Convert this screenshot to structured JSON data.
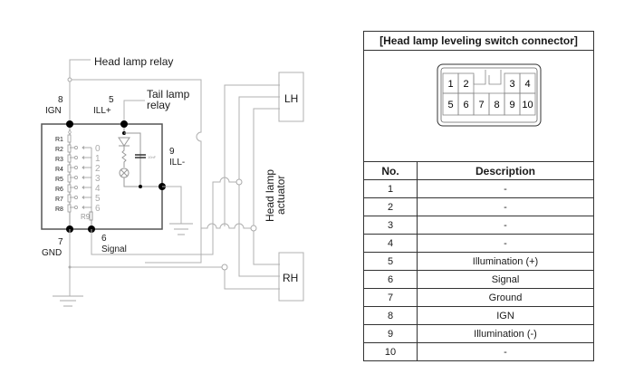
{
  "diagram": {
    "labels": {
      "head_lamp_relay": "Head lamp relay",
      "tail_lamp_relay_line1": "Tail lamp",
      "tail_lamp_relay_line2": "relay",
      "pin8_num": "8",
      "pin8_name": "IGN",
      "pin5_num": "5",
      "pin5_name": "ILL+",
      "pin9_num": "9",
      "pin9_name": "ILL-",
      "pin7_num": "7",
      "pin7_name": "GND",
      "pin6_num": "6",
      "pin6_name": "Signal",
      "actuator_line1": "Head lamp",
      "actuator_line2": "actuator",
      "lh": "LH",
      "rh": "RH",
      "capacitor": "10nF",
      "r9": "R9"
    },
    "resistors": [
      "R1",
      "R2",
      "R3",
      "R4",
      "R5",
      "R6",
      "R7",
      "R8"
    ],
    "switch_positions": [
      "0",
      "1",
      "2",
      "3",
      "4",
      "5",
      "6"
    ]
  },
  "connector": {
    "title": "[Head lamp leveling switch connector]",
    "top_pins": [
      "1",
      "2",
      "",
      "",
      "3",
      "4"
    ],
    "bottom_pins": [
      "5",
      "6",
      "7",
      "8",
      "9",
      "10"
    ],
    "table": {
      "headers": [
        "No.",
        "Description"
      ],
      "rows": [
        {
          "no": "1",
          "desc": "-"
        },
        {
          "no": "2",
          "desc": "-"
        },
        {
          "no": "3",
          "desc": "-"
        },
        {
          "no": "4",
          "desc": "-"
        },
        {
          "no": "5",
          "desc": "Illumination (+)"
        },
        {
          "no": "6",
          "desc": "Signal"
        },
        {
          "no": "7",
          "desc": "Ground"
        },
        {
          "no": "8",
          "desc": "IGN"
        },
        {
          "no": "9",
          "desc": "Illumination (-)"
        },
        {
          "no": "10",
          "desc": "-"
        }
      ]
    }
  }
}
